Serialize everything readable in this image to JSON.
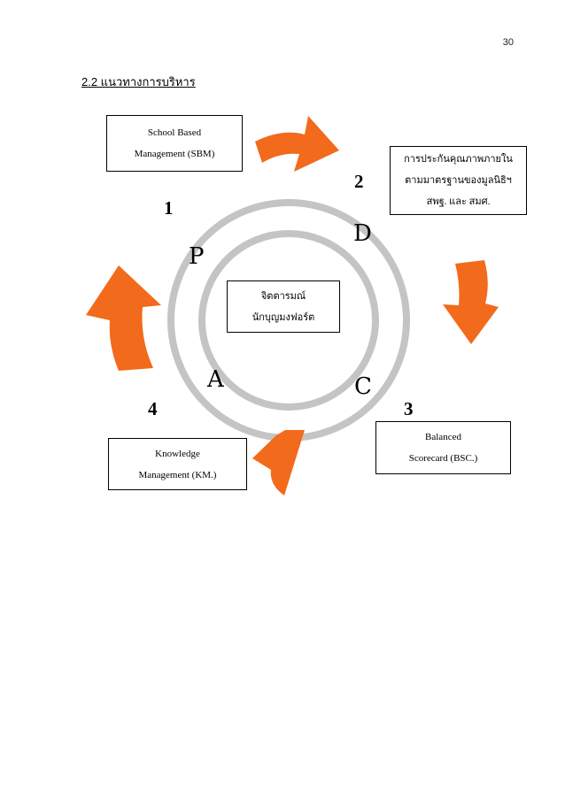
{
  "page_number": "30",
  "section_heading": "2.2 แนวทางการบริหาร",
  "center": {
    "line1": "จิตตารมณ์",
    "line2": "นักบุญมงฟอร์ต"
  },
  "boxes": {
    "sbm": {
      "line1": "School Based",
      "line2": "Management (SBM)"
    },
    "quality": {
      "line1": "การประกันคุณภาพภายใน",
      "line2": "ตามมาตรฐานของมูลนิธิฯ",
      "line3": "สพฐ. และ สมศ."
    },
    "bsc": {
      "line1": "Balanced",
      "line2": "Scorecard (BSC.)"
    },
    "km": {
      "line1": "Knowledge",
      "line2": "Management (KM.)"
    }
  },
  "step_numbers": {
    "one": "1",
    "two": "2",
    "three": "3",
    "four": "4"
  },
  "pdca": {
    "p": "P",
    "d": "D",
    "c": "C",
    "a": "A"
  },
  "colors": {
    "arrow": "#F26A1B",
    "ring": "#C4C4C4"
  }
}
